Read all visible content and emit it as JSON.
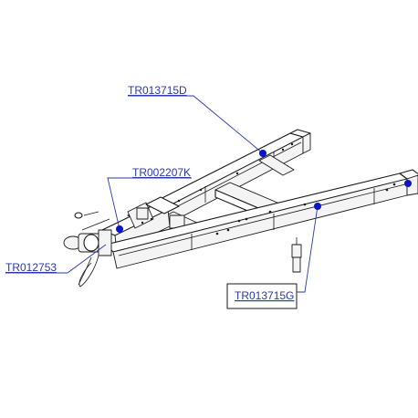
{
  "parts": [
    {
      "id": "p1",
      "label": "TR013715D"
    },
    {
      "id": "p2",
      "label": "TR002207K"
    },
    {
      "id": "p3",
      "label": "TR012753"
    },
    {
      "id": "p4",
      "label": "TR013715G"
    }
  ],
  "colors": {
    "callout": "#2a3aa8",
    "hotspot": "#0a14c8",
    "line": "#1a1a1a"
  }
}
